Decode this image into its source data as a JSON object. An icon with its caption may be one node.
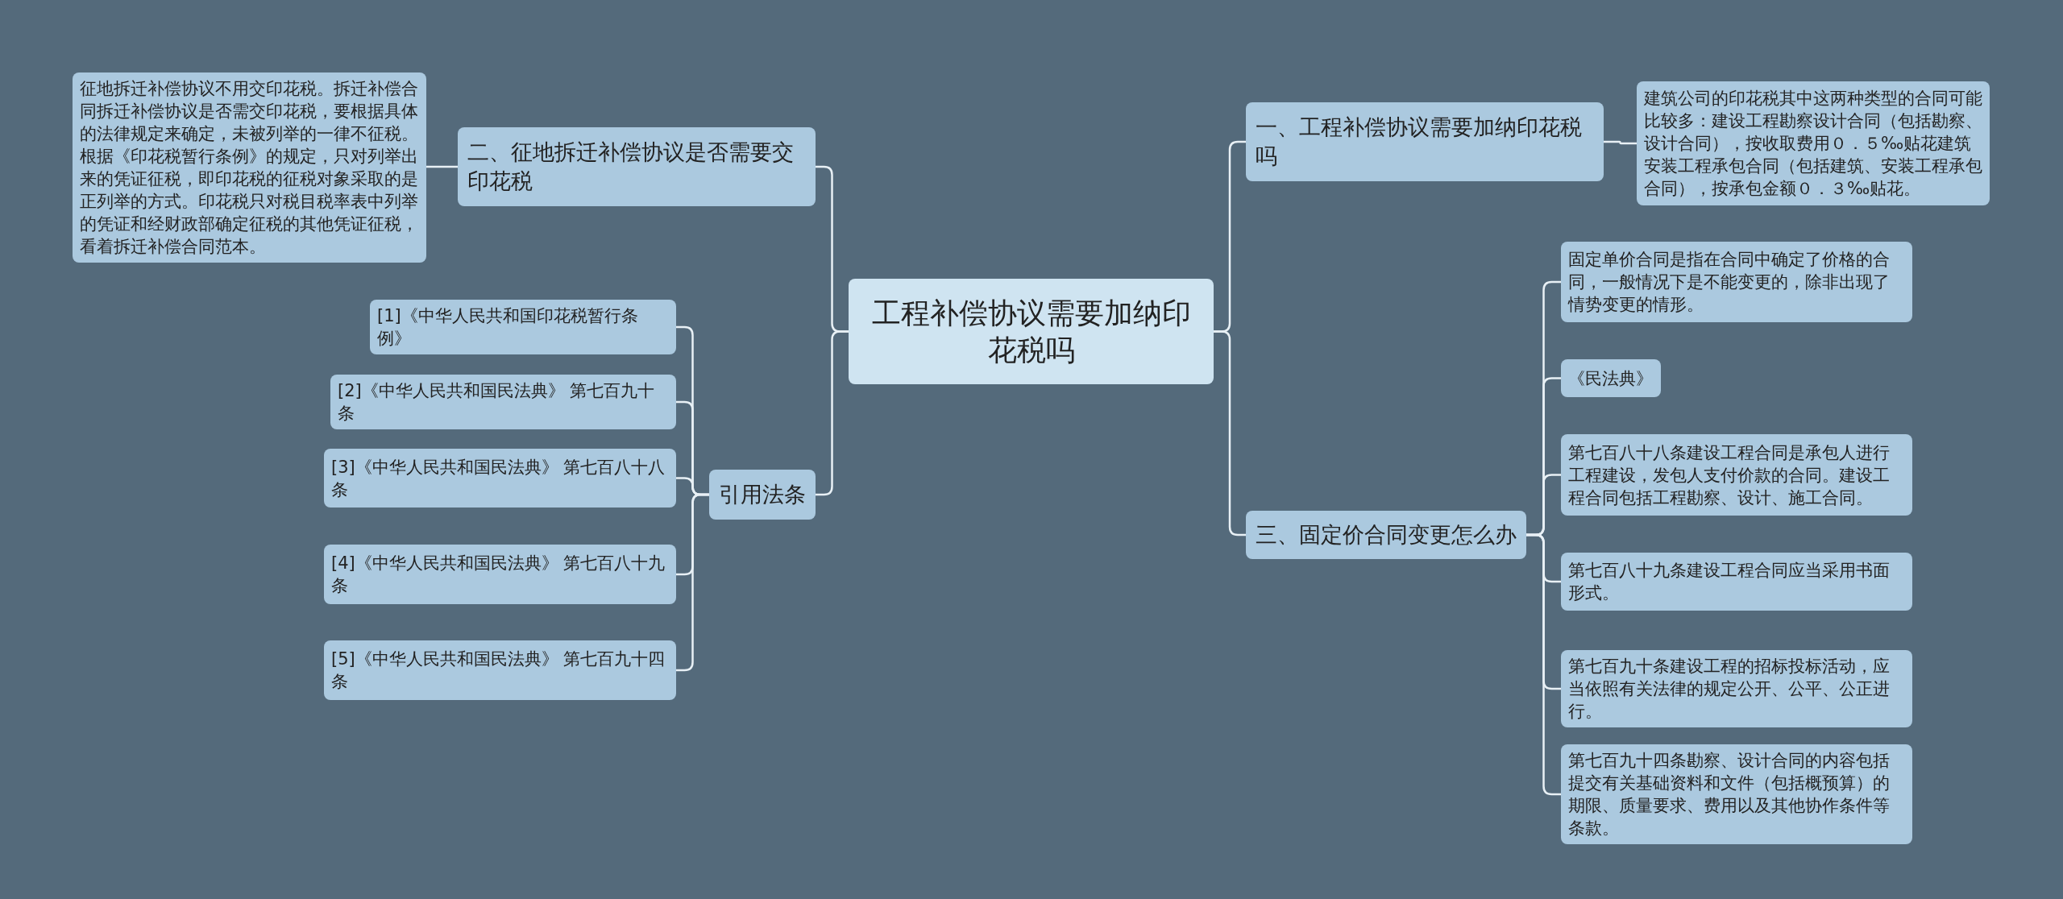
{
  "diagram": {
    "nodes": [
      {
        "text": [
          "工程补偿协议需要加纳印花税吗"
        ]
      },
      {
        "text": [
          "一、工程补偿协议需要加纳印花税吗"
        ]
      },
      {
        "text": [
          "建筑公司的印花税其中这两种类型的合同可能比较多：建设工程勘察设计合同（包括勘察、设计合同），按收取费用０．５‰贴花建筑安装工程承包合同（包括建筑、安装工程承包合同），按承包金额０．３‰贴花。"
        ]
      },
      {
        "text": [
          "二、征地拆迁补偿协议是否需要交印花税"
        ]
      },
      {
        "text": [
          "征地拆迁补偿协议不用交印花税。拆迁补偿合同拆迁补偿协议是否需交印花税，要根据具体的法律规定来确定，未被列举的一律不征税。根据《印花税暂行条例》的规定，只对列举出来的凭证征税，即印花税的征税对象采取的是正列举的方式。印花税只对税目税率表中列举的凭证和经财政部确定征税的其他凭证征税，看着拆迁补偿合同范本。"
        ]
      },
      {
        "text": [
          "引用法条"
        ]
      },
      {
        "text": [
          "[1]《中华人民共和国印花税暂行条例》"
        ]
      },
      {
        "text": [
          "[2]《中华人民共和国民法典》 第七百九十条"
        ]
      },
      {
        "text": [
          "[3]《中华人民共和国民法典》 第七百八十八条"
        ]
      },
      {
        "text": [
          "[4]《中华人民共和国民法典》 第七百八十九条"
        ]
      },
      {
        "text": [
          "[5]《中华人民共和国民法典》 第七百九十四条"
        ]
      },
      {
        "text": [
          "三、固定价合同变更怎么办"
        ]
      },
      {
        "text": [
          "固定单价合同是指在合同中确定了价格的合同，一般情况下是不能变更的，除非出现了情势变更的情形。"
        ]
      },
      {
        "text": [
          "《民法典》"
        ]
      },
      {
        "text": [
          "第七百八十八条建设工程合同是承包人进行工程建设，发包人支付价款的合同。建设工程合同包括工程勘察、设计、施工合同。"
        ]
      },
      {
        "text": [
          "第七百八十九条建设工程合同应当采用书面形式。"
        ]
      },
      {
        "text": [
          "第七百九十条建设工程的招标投标活动，应当依照有关法律的规定公开、公平、公正进行。"
        ]
      },
      {
        "text": [
          "第七百九十四条勘察、设计合同的内容包括提交有关基础资料和文件（包括概预算）的期限、质量要求、费用以及其他协作条件等条款。"
        ]
      }
    ],
    "edges": [
      {
        "from": 0,
        "to": 1,
        "arrow": "none"
      },
      {
        "from": 1,
        "to": 2,
        "arrow": "none"
      },
      {
        "from": 0,
        "to": 3,
        "arrow": "none"
      },
      {
        "from": 3,
        "to": 4,
        "arrow": "none"
      },
      {
        "from": 0,
        "to": 5,
        "arrow": "none"
      },
      {
        "from": 5,
        "to": 6,
        "arrow": "none"
      },
      {
        "from": 5,
        "to": 7,
        "arrow": "none"
      },
      {
        "from": 5,
        "to": 8,
        "arrow": "none"
      },
      {
        "from": 5,
        "to": 9,
        "arrow": "none"
      },
      {
        "from": 5,
        "to": 10,
        "arrow": "none"
      },
      {
        "from": 0,
        "to": 11,
        "arrow": "none"
      },
      {
        "from": 11,
        "to": 12,
        "arrow": "none"
      },
      {
        "from": 11,
        "to": 13,
        "arrow": "none"
      },
      {
        "from": 11,
        "to": 14,
        "arrow": "none"
      },
      {
        "from": 11,
        "to": 15,
        "arrow": "none"
      },
      {
        "from": 11,
        "to": 16,
        "arrow": "none"
      },
      {
        "from": 11,
        "to": 17,
        "arrow": "none"
      }
    ]
  }
}
